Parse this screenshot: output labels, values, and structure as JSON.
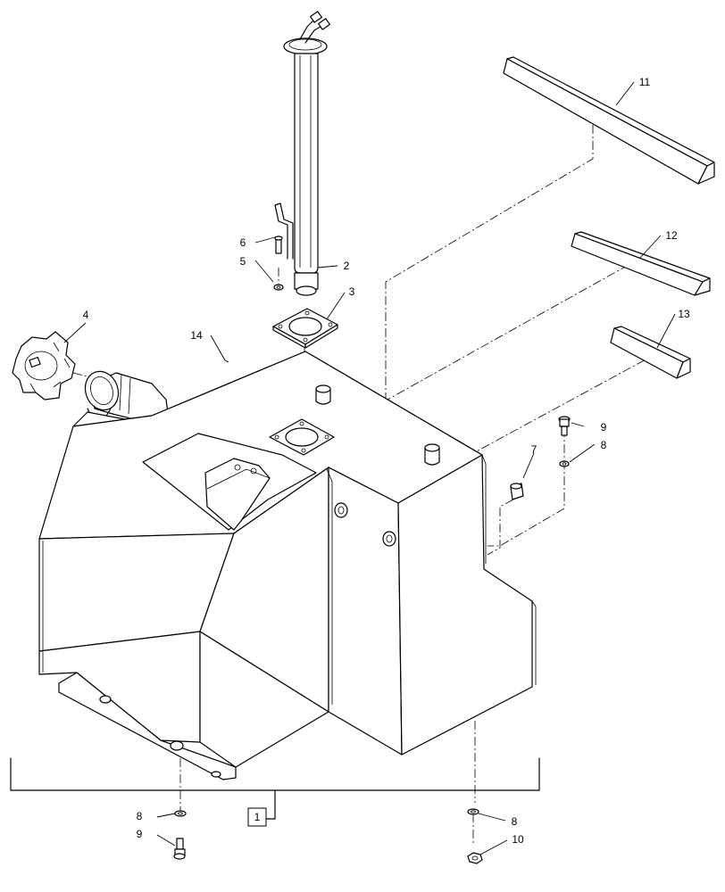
{
  "callouts": [
    {
      "id": "c1",
      "text": "1"
    },
    {
      "id": "c2",
      "text": "2"
    },
    {
      "id": "c3",
      "text": "3"
    },
    {
      "id": "c4",
      "text": "4"
    },
    {
      "id": "c5",
      "text": "5"
    },
    {
      "id": "c6",
      "text": "6"
    },
    {
      "id": "c7",
      "text": "7"
    },
    {
      "id": "c8a",
      "text": "8"
    },
    {
      "id": "c8b",
      "text": "8"
    },
    {
      "id": "c8c",
      "text": "8"
    },
    {
      "id": "c9a",
      "text": "9"
    },
    {
      "id": "c9b",
      "text": "9"
    },
    {
      "id": "c10",
      "text": "10"
    },
    {
      "id": "c11",
      "text": "11"
    },
    {
      "id": "c12",
      "text": "12"
    },
    {
      "id": "c13",
      "text": "13"
    },
    {
      "id": "c14",
      "text": "14"
    }
  ]
}
